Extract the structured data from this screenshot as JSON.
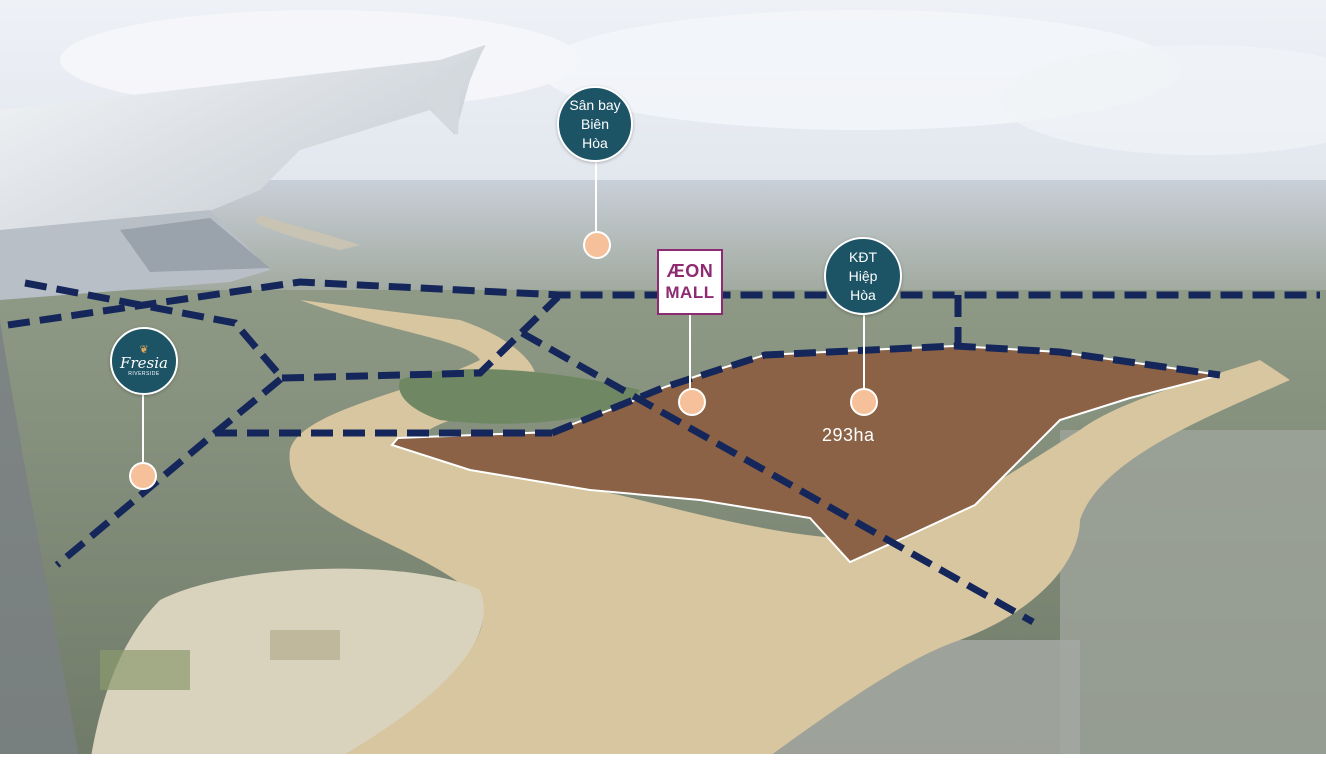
{
  "map": {
    "features": {
      "airport": {
        "lines": [
          "Sân bay",
          "Biên",
          "Hòa"
        ]
      },
      "aeon": {
        "lines": [
          "ÆON",
          "MALL"
        ],
        "color": "#8e2a71"
      },
      "kdt": {
        "lines": [
          "KĐT",
          "Hiệp",
          "Hòa"
        ]
      },
      "fresia": {
        "brand": "Fresia",
        "sub": "RIVERSIDE",
        "icon": "leaf-icon"
      },
      "area": {
        "label": "293ha"
      }
    },
    "colors": {
      "road_dashed": "#15275a",
      "pin_badge": "#1c5466",
      "pin_dot": "#f6c09a",
      "land_parcel": "#8b6246",
      "river": "#d6c39c",
      "sky": "#e9eef4"
    }
  }
}
